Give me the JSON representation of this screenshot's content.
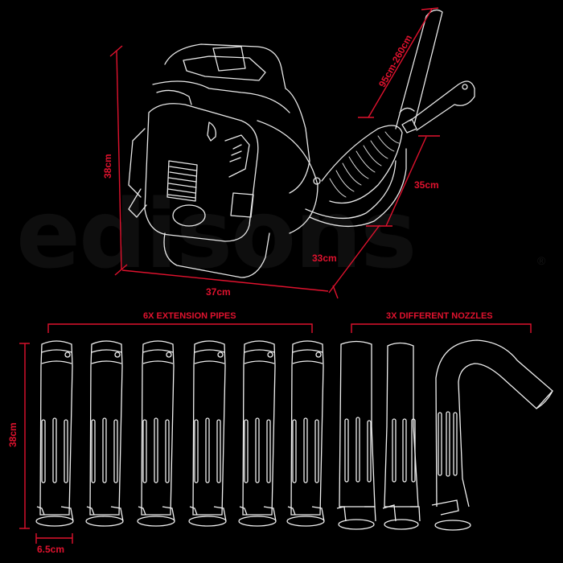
{
  "watermark": {
    "brand": "edisons",
    "registered_mark": "®"
  },
  "blower": {
    "dimensions": {
      "height": "38cm",
      "width": "37cm",
      "depth": "33cm",
      "tube_height": "35cm",
      "tube_length": "95cm-260cm"
    }
  },
  "accessories": {
    "pipes_header": "6X  EXTENSION PIPES",
    "nozzles_header": "3X  DIFFERENT NOZZLES",
    "pipe_count": 6,
    "nozzle_count": 3,
    "pipe_length": "38cm",
    "pipe_diameter": "6.5cm"
  },
  "colors": {
    "background": "#000000",
    "dimension_red": "#e0122e",
    "line_white": "#f0f0f0"
  }
}
